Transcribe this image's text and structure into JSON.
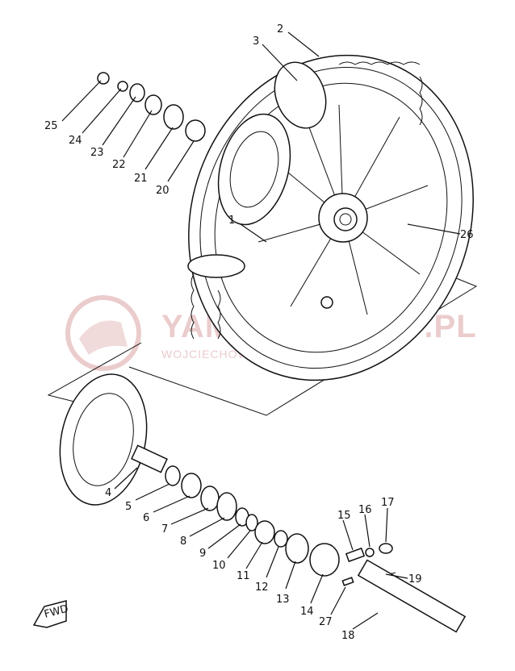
{
  "watermark": {
    "title": "YAMAHA-SKLEP.PL",
    "subtitle": "WOJCIECHOWICZ | DEALER YAMAHA"
  },
  "fwd_label": "FWD",
  "callouts": [
    "1",
    "2",
    "3",
    "4",
    "5",
    "6",
    "7",
    "8",
    "9",
    "10",
    "11",
    "12",
    "13",
    "14",
    "15",
    "16",
    "17",
    "18",
    "19",
    "20",
    "21",
    "22",
    "23",
    "24",
    "25",
    "26",
    "27"
  ]
}
